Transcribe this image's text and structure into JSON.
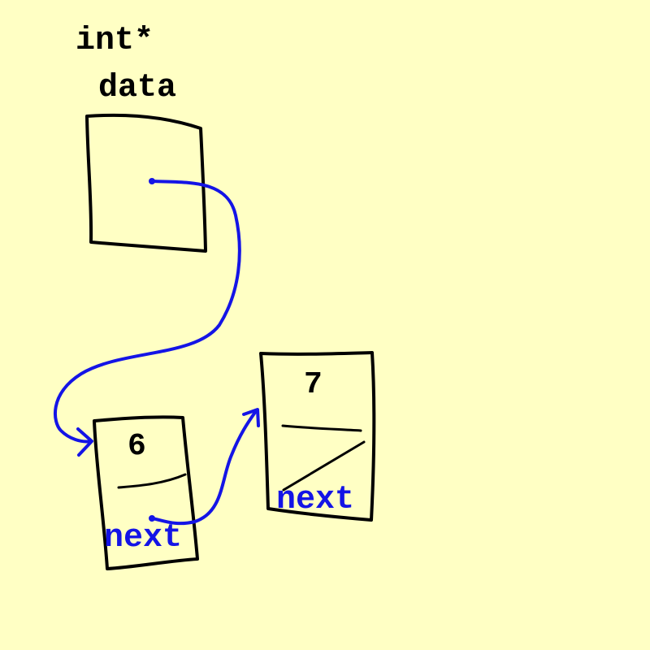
{
  "pointer": {
    "type_label": "int*",
    "name_label": "data"
  },
  "nodes": [
    {
      "value": "6",
      "next_label": "next"
    },
    {
      "value": "7",
      "next_label": "next"
    }
  ],
  "colors": {
    "background": "#ffffc4",
    "ink": "#000000",
    "pointer": "#1414e6"
  }
}
